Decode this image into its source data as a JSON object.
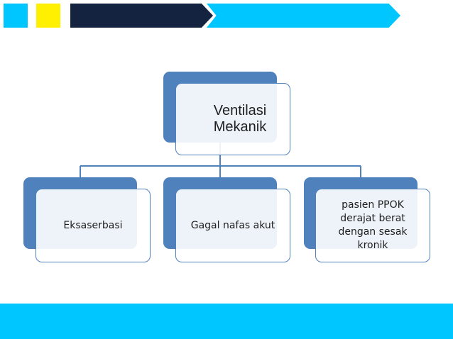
{
  "diagram": {
    "root": {
      "label_line1": "Ventilasi",
      "label_line2": "Mekanik"
    },
    "children": [
      {
        "label": "Eksaserbasi"
      },
      {
        "label": "Gagal nafas akut"
      },
      {
        "label": "pasien PPOK derajat berat dengan sesak kronik"
      }
    ]
  },
  "colors": {
    "box_fill": "#4f81bd",
    "accent_cyan": "#00c6ff",
    "accent_yellow": "#ffef00",
    "accent_dark": "#14233f"
  }
}
